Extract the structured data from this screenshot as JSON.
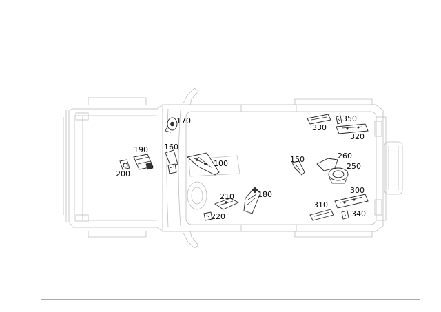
{
  "callouts": {
    "p100": "100",
    "p150": "150",
    "p160": "160",
    "p170": "170",
    "p180": "180",
    "p190": "190",
    "p200": "200",
    "p210": "210",
    "p220": "220",
    "p250": "250",
    "p260": "260",
    "p300": "300",
    "p310": "310",
    "p320": "320",
    "p330": "330",
    "p340": "340",
    "p350": "350"
  }
}
